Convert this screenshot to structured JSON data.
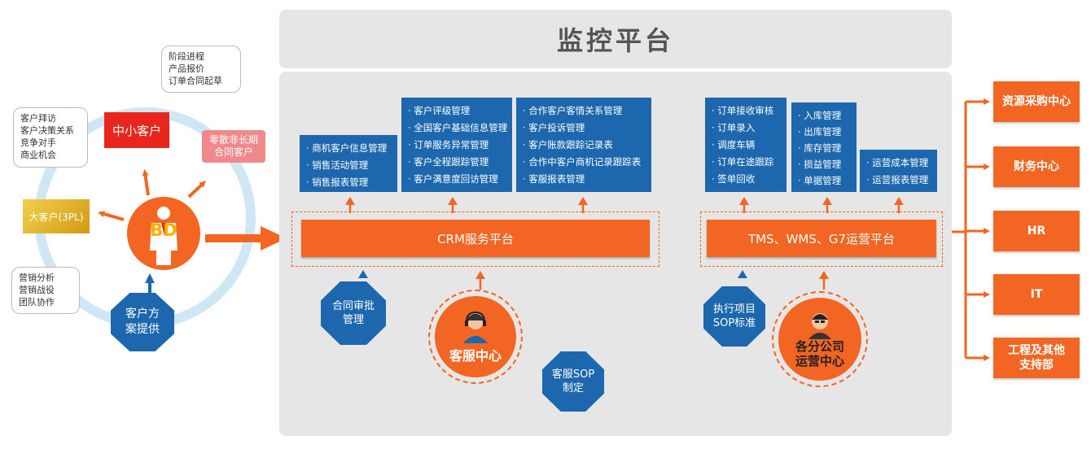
{
  "monitor_title": "监控平台",
  "left": {
    "bd_label": "BD",
    "customers": {
      "small_medium": "中小客户",
      "scattered": "零散非长期合同客户",
      "large": "大客户(3PL)"
    },
    "bubbles": {
      "top": [
        "阶段进程",
        "产品报价",
        "订单合同起草"
      ],
      "left": [
        "客户拜访",
        "客户决策关系",
        "竞争对手",
        "商业机会"
      ],
      "bottom": [
        "营销分析",
        "营销战役",
        "团队协作"
      ]
    },
    "solution_hex": "客户方案提供"
  },
  "crm": {
    "bar_label": "CRM服务平台",
    "box1": [
      "· 商机客户信息管理",
      "· 销售活动管理",
      "· 销售报表管理"
    ],
    "box2": [
      "· 客户评级管理",
      "· 全国客户基础信息管理",
      "· 订单服务异常管理",
      "· 客户全程跟踪管理",
      "· 客户满意度回访管理"
    ],
    "box3": [
      "· 合作客户客情关系管理",
      "· 客户投诉管理",
      "· 客户账款跟踪记录表",
      "· 合作中客户商机记录跟踪表",
      "· 客服报表管理"
    ],
    "contract_hex": "合同审批管理",
    "service_center": "客服中心",
    "service_sop": "客服SOP制定"
  },
  "ops": {
    "bar_label": "TMS、WMS、G7运营平台",
    "box1": [
      "· 订单接收审核",
      "· 订单录入",
      "· 调度车辆",
      "· 订单在途跟踪",
      "· 签单回收"
    ],
    "box2": [
      "· 入库管理",
      "· 出库管理",
      "· 库存管理",
      "· 损益管理",
      "· 单据管理"
    ],
    "box3": [
      "· 运营成本管理",
      "· 运营报表管理"
    ],
    "exec_hex": "执行项目SOP标准",
    "branch_center": "各分公司运营中心"
  },
  "right_depts": [
    "资源采购中心",
    "财务中心",
    "HR",
    "IT",
    "工程及其他支持部"
  ],
  "colors": {
    "orange": "#f26522",
    "blue": "#1c67ad",
    "panel_gray": "#e6e6e6",
    "red": "#e8261c",
    "pink": "#f08080",
    "gold": "#e5b62a"
  }
}
